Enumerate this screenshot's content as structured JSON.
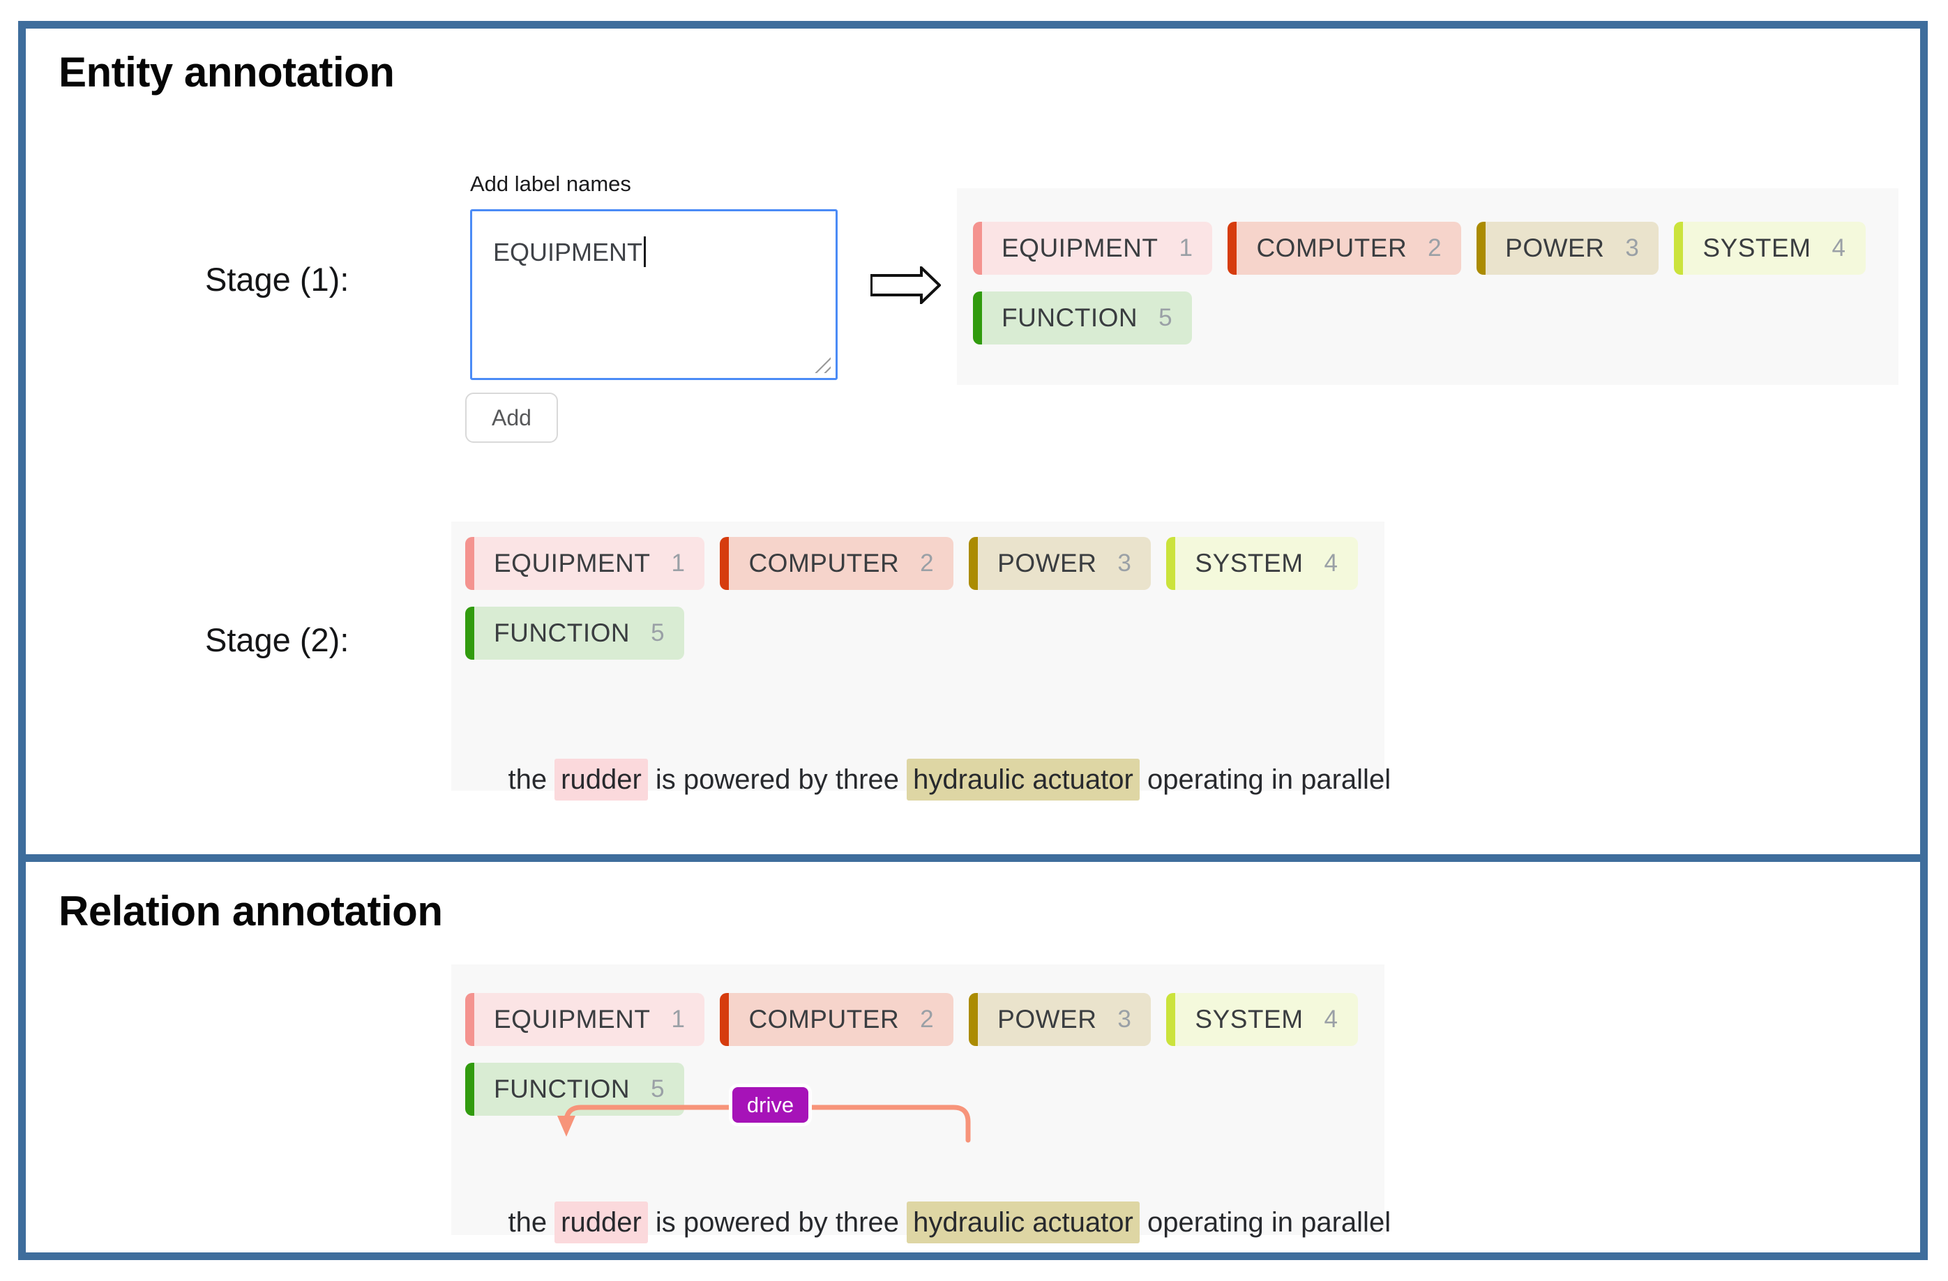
{
  "entity_section": {
    "title": "Entity annotation",
    "stage1_label": "Stage (1):",
    "stage2_label": "Stage (2):",
    "add_label_names_label": "Add label names",
    "textarea_value": "EQUIPMENT",
    "add_button_label": "Add"
  },
  "relation_section": {
    "title": "Relation annotation",
    "relation_label": "drive"
  },
  "labels": [
    {
      "name": "EQUIPMENT",
      "shortcut": "1",
      "bar": "#f4938f",
      "bg": "#fbe4e5"
    },
    {
      "name": "COMPUTER",
      "shortcut": "2",
      "bar": "#d63c0e",
      "bg": "#f6d4cb"
    },
    {
      "name": "POWER",
      "shortcut": "3",
      "bar": "#ab8b01",
      "bg": "#eae3cc"
    },
    {
      "name": "SYSTEM",
      "shortcut": "4",
      "bar": "#cbe33c",
      "bg": "#f4f9dc"
    },
    {
      "name": "FUNCTION",
      "shortcut": "5",
      "bar": "#319b0e",
      "bg": "#d9ecd3"
    }
  ],
  "sentence": {
    "tokens": [
      {
        "text": "the ",
        "highlight": null
      },
      {
        "text": "rudder",
        "highlight": "#fbd9dc"
      },
      {
        "text": " is powered by three ",
        "highlight": null
      },
      {
        "text": "hydraulic actuator",
        "highlight": "#ded6a4"
      },
      {
        "text": " operating in parallel",
        "highlight": null
      }
    ]
  },
  "colors": {
    "frame_border": "#3e6d9c",
    "panel_background": "#f8f8f8",
    "textarea_border": "#4b8bf6",
    "relation_arrow": "#f7947a",
    "relation_badge": "#a613b8",
    "entity_highlight_equipment": "#fbd9dc",
    "entity_highlight_power": "#ded6a4"
  }
}
